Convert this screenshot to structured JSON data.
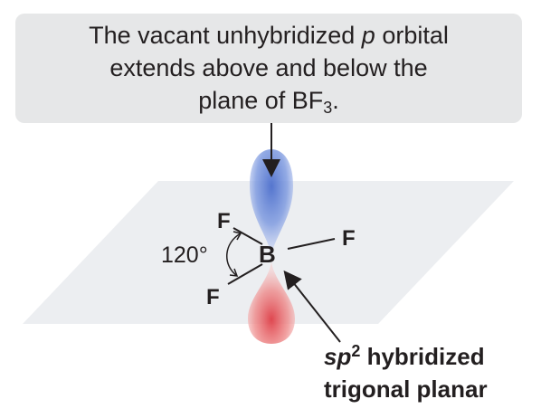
{
  "callout": {
    "line1_pre": "The vacant unhybridized ",
    "line1_p": "p",
    "line1_post": " orbital",
    "line2": "extends above and below the",
    "line3_pre": "plane of BF",
    "line3_sub": "3",
    "line3_post": "."
  },
  "atoms": {
    "center": "B",
    "f_up": "F",
    "f_right": "F",
    "f_down": "F"
  },
  "angle_label": "120°",
  "hybrid_label": {
    "sp": "sp",
    "superscript": "2",
    "rest": " hybridized",
    "line2": "trigonal planar"
  },
  "colors": {
    "callout_bg": "#e6e7e8",
    "plane": "#eceef1",
    "orbital_top": "#5b7fd0",
    "orbital_bottom": "#e05a5a",
    "text": "#231f20"
  }
}
